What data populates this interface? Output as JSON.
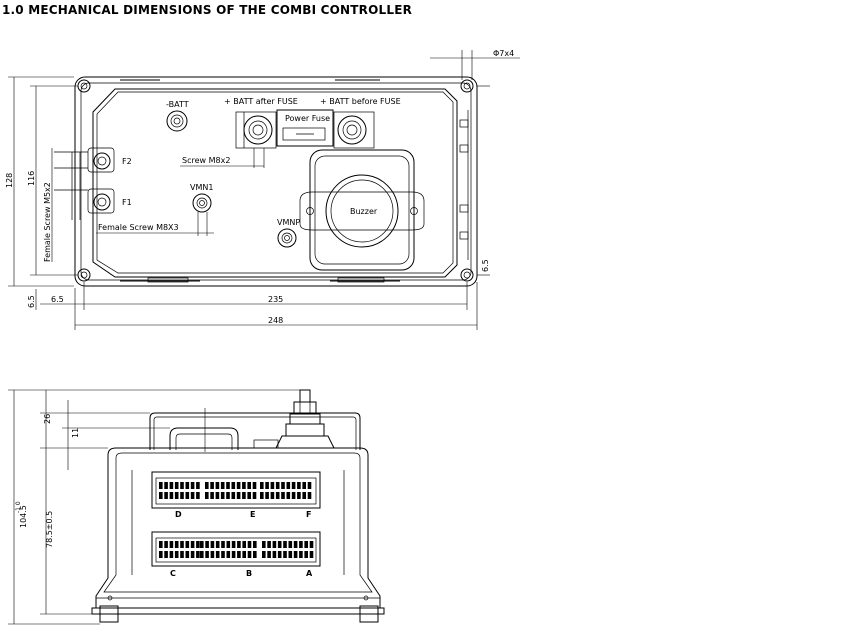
{
  "title": "1.0 MECHANICAL DIMENSIONS OF THE COMBI CONTROLLER",
  "top_view": {
    "labels": {
      "batt_neg": "-BATT",
      "batt_after_fuse": "+ BATT after FUSE",
      "batt_before_fuse": "+ BATT before FUSE",
      "power_fuse": "Power Fuse",
      "screw_m8": "Screw M8x2",
      "f2": "F2",
      "f1": "F1",
      "vmn": "VMN1",
      "vmnp": "VMNP",
      "female_screw_m8": "Female Screw M8X3",
      "female_screw_m5": "Female Screw M5x2",
      "buzzer": "Buzzer"
    },
    "dimensions": {
      "hole": "Φ7x4",
      "height_outer": "128",
      "height_inner": "116",
      "bottom_offset": "6.5",
      "left_offset": "6.5",
      "width_inner": "235",
      "width_outer": "248",
      "right_small": "6.5"
    }
  },
  "side_view": {
    "connector_labels": {
      "d": "D",
      "e": "E",
      "f": "F",
      "c": "C",
      "b": "B",
      "a": "A"
    },
    "dimensions": {
      "total_height": "104.5",
      "total_height_tol": "-1\n0",
      "body_height": "78.5±0.5",
      "top_26": "26",
      "top_11": "11"
    }
  }
}
